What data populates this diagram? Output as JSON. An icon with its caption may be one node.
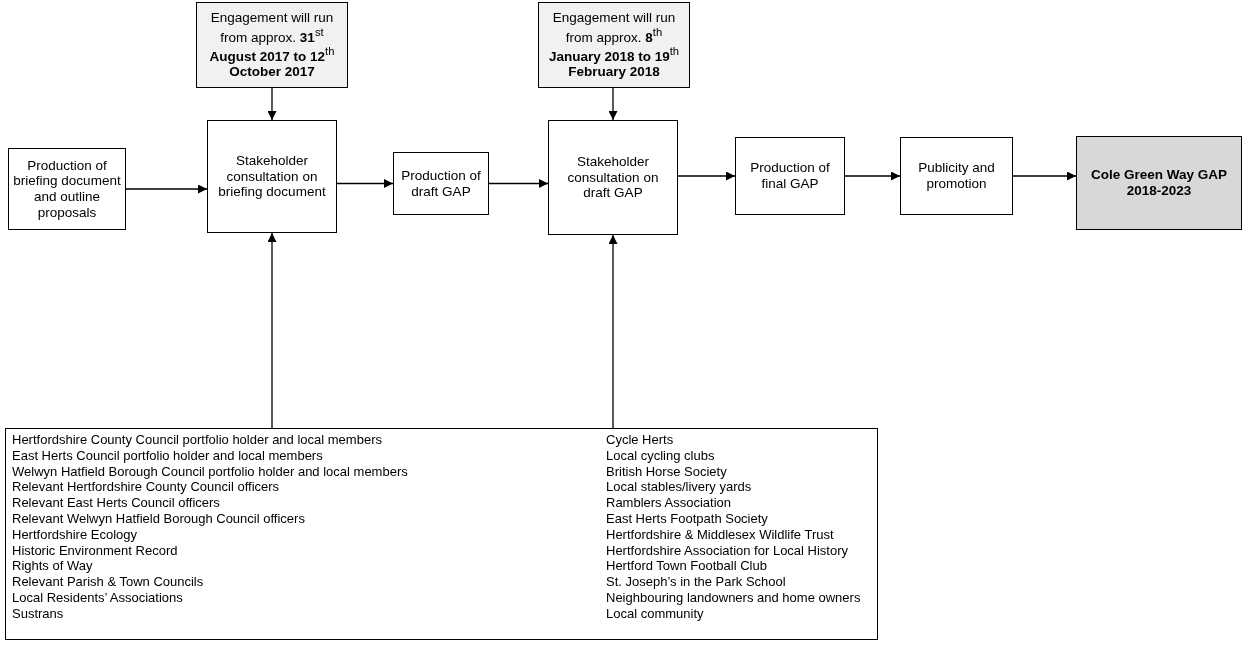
{
  "diagram": {
    "nodes": [
      {
        "text": [
          "Engagement will run from approx. **31**$^{st}$ **August 2017 to 12**$^{th}$ **October 2017**"
        ]
      },
      {
        "text": [
          "Engagement will run from approx. **8**$^{th}$ **January 2018 to 19**$^{th}$ **February 2018**"
        ]
      },
      {
        "text": [
          "Production of briefing document and outline proposals"
        ]
      },
      {
        "text": [
          "Stakeholder consultation on briefing document"
        ]
      },
      {
        "text": [
          "Production of draft GAP"
        ]
      },
      {
        "text": [
          "Stakeholder consultation on draft GAP"
        ]
      },
      {
        "text": [
          "Production of final GAP"
        ]
      },
      {
        "text": [
          "Publicity and promotion"
        ]
      },
      {
        "text": [
          "Cole Green Way GAP 2018-2023"
        ]
      },
      {
        "text": [
          "Hertfordshire County Council portfolio holder and local members",
          "East Herts Council portfolio holder and local members",
          "Welwyn Hatfield Borough Council portfolio holder and local members",
          "Relevant Hertfordshire County Council officers",
          "Relevant East Herts Council officers",
          "Relevant Welwyn Hatfield Borough Council officers",
          "Hertfordshire Ecology",
          "Historic Environment Record",
          "Rights of Way",
          "Relevant Parish & Town Councils",
          "Local Residents’ Associations",
          "Sustrans",
          "Cycle Herts",
          "Local cycling clubs",
          "British Horse Society",
          "Local stables/livery yards",
          "Ramblers Association",
          "East Herts Footpath Society",
          "Hertfordshire & Middlesex Wildlife Trust",
          "Hertfordshire Association for Local History",
          "Hertford Town Football Club",
          "St. Joseph’s in the Park School",
          "Neighbouring landowners and home owners",
          "Local community"
        ]
      }
    ],
    "edges": [
      {
        "from": 0,
        "to": 3,
        "arrow": "to"
      },
      {
        "from": 1,
        "to": 5,
        "arrow": "to"
      },
      {
        "from": 2,
        "to": 3,
        "arrow": "to"
      },
      {
        "from": 3,
        "to": 4,
        "arrow": "to"
      },
      {
        "from": 4,
        "to": 5,
        "arrow": "to"
      },
      {
        "from": 5,
        "to": 6,
        "arrow": "to"
      },
      {
        "from": 6,
        "to": 7,
        "arrow": "to"
      },
      {
        "from": 7,
        "to": 8,
        "arrow": "to"
      },
      {
        "from": 9,
        "to": 3,
        "arrow": "to"
      },
      {
        "from": 9,
        "to": 5,
        "arrow": "to"
      }
    ]
  }
}
